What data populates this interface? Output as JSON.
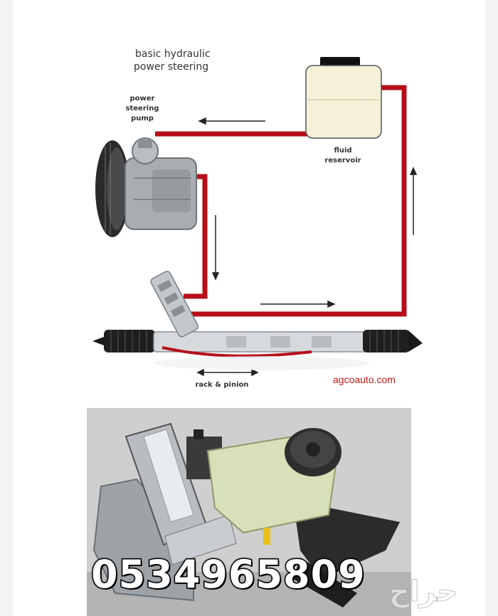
{
  "diagram": {
    "title_line1": "basic hydraulic",
    "title_line2": "power steering",
    "pump_label": [
      "power",
      "steering",
      "pump"
    ],
    "reservoir_label": [
      "fluid",
      "reservoir"
    ],
    "rack_label": "rack & pinion",
    "credit": "agcoauto.com"
  },
  "photo": {
    "phone_number": "0534965809",
    "watermark": "حراج"
  },
  "colors": {
    "fluid_line": "#b5101a",
    "credit": "#c01a1a",
    "reservoir": "#f4f1d8"
  }
}
